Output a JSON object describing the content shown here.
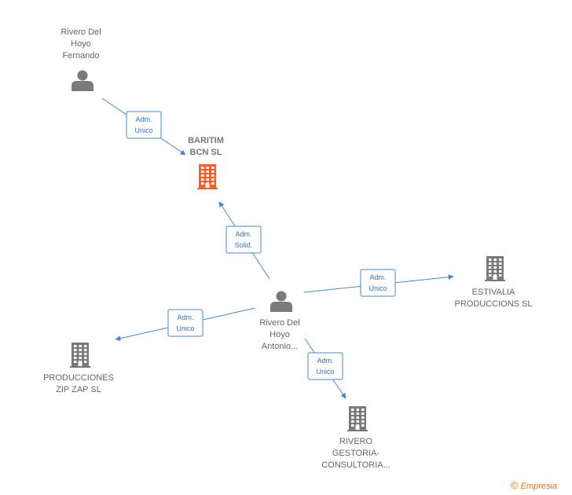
{
  "colors": {
    "edge": "#4a86c8",
    "person": "#7a7a7a",
    "company": "#7a7a7a",
    "company_highlight": "#f26230"
  },
  "nodes": [
    {
      "id": "fernando",
      "kind": "person",
      "icon": "person-icon",
      "lines": [
        "Rivero Del",
        "Hoyo",
        "Fernando"
      ]
    },
    {
      "id": "baritim",
      "kind": "company-main",
      "icon": "building-icon",
      "lines": [
        "BARITIM",
        "BCN  SL"
      ]
    },
    {
      "id": "antonio",
      "kind": "person",
      "icon": "person-icon",
      "lines": [
        "Rivero Del",
        "Hoyo",
        "Antonio..."
      ]
    },
    {
      "id": "estivalia",
      "kind": "company",
      "icon": "building-icon",
      "lines": [
        "ESTIVALIA",
        "PRODUCCIONS SL"
      ]
    },
    {
      "id": "zipzap",
      "kind": "company",
      "icon": "building-icon",
      "lines": [
        "PRODUCCIONES",
        "ZIP ZAP SL"
      ]
    },
    {
      "id": "gestoria",
      "kind": "company",
      "icon": "building-icon",
      "lines": [
        "RIVERO",
        "GESTORIA-",
        "CONSULTORIA..."
      ]
    }
  ],
  "edges": [
    {
      "from": "fernando",
      "to": "baritim",
      "label": [
        "Adm.",
        "Unico"
      ]
    },
    {
      "from": "antonio",
      "to": "baritim",
      "label": [
        "Adm.",
        "Solid."
      ]
    },
    {
      "from": "antonio",
      "to": "estivalia",
      "label": [
        "Adm.",
        "Unico"
      ]
    },
    {
      "from": "antonio",
      "to": "zipzap",
      "label": [
        "Adm.",
        "Unico"
      ]
    },
    {
      "from": "antonio",
      "to": "gestoria",
      "label": [
        "Adm.",
        "Unico"
      ]
    }
  ],
  "footer": {
    "copyright_symbol": "©",
    "brand": "Empresia"
  }
}
